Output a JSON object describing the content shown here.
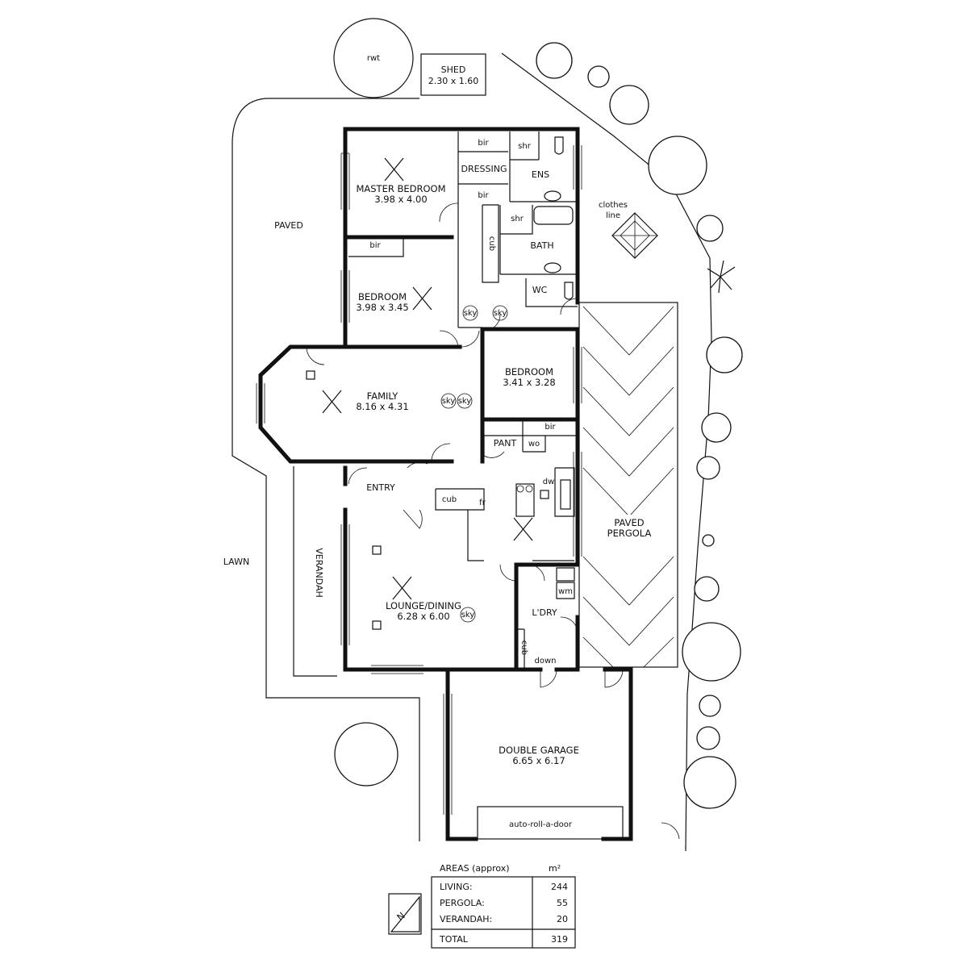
{
  "rooms": {
    "master_bedroom": {
      "name": "MASTER BEDROOM",
      "dims": "3.98 x 4.00"
    },
    "bedroom_2": {
      "name": "BEDROOM",
      "dims": "3.98 x 3.45"
    },
    "bedroom_3": {
      "name": "BEDROOM",
      "dims": "3.41 x 3.28"
    },
    "family": {
      "name": "FAMILY",
      "dims": "8.16 x 4.31"
    },
    "lounge_dining": {
      "name": "LOUNGE/DINING",
      "dims": "6.28 x 6.00"
    },
    "double_garage": {
      "name": "DOUBLE GARAGE",
      "dims": "6.65 x 6.17"
    },
    "dressing": "DRESSING",
    "ens": "ENS",
    "bath": "BATH",
    "wc": "WC",
    "entry": "ENTRY",
    "pantry": "PANT",
    "laundry": "L'DRY",
    "verandah": "VERANDAH",
    "shed": {
      "name": "SHED",
      "dims": "2.30 x 1.60"
    }
  },
  "fixtures": {
    "bir": "bir",
    "shr": "shr",
    "cub": "cub",
    "sky": "sky",
    "wo": "wo",
    "dw": "dw",
    "fr": "fr",
    "wm": "wm",
    "down": "down",
    "auto_door": "auto-roll-a-door",
    "rwt": "rwt",
    "clothes_line": [
      "clothes",
      "line"
    ]
  },
  "site": {
    "paved": "PAVED",
    "lawn": "LAWN",
    "paved_pergola": [
      "PAVED",
      "PERGOLA"
    ]
  },
  "areas": {
    "title": "AREAS (approx)",
    "unit": "m²",
    "rows": [
      {
        "label": "LIVING:",
        "value": "244"
      },
      {
        "label": "PERGOLA:",
        "value": "55"
      },
      {
        "label": "VERANDAH:",
        "value": "20"
      }
    ],
    "total": {
      "label": "TOTAL",
      "value": "319"
    }
  },
  "compass": "N"
}
